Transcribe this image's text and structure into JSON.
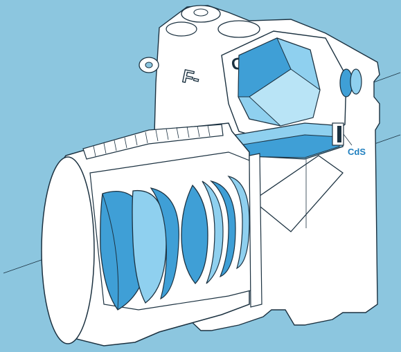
{
  "diagram": {
    "background_color": "#8cc6df",
    "body_color": "#ffffff",
    "lens_color": "#3f9fd6",
    "prism_color": "#8fd0ef",
    "outline_color": "#1b3140",
    "labels": {
      "cds_callout": "CdS",
      "prism_mark": "Cd",
      "body_mark": "F-"
    }
  }
}
